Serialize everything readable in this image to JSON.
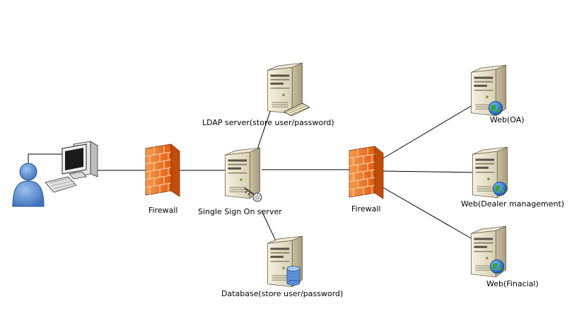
{
  "diagram": {
    "nodes": {
      "ldap": {
        "label": "LDAP server(store user/password)",
        "icon": "server-icon"
      },
      "sso": {
        "label": "Single Sign On server",
        "icon": "server-icon"
      },
      "database": {
        "label": "Database(store user/password)",
        "icon": "server-icon"
      },
      "firewall_left": {
        "label": "Firewall",
        "icon": "firewall-icon"
      },
      "firewall_right": {
        "label": "Firewall",
        "icon": "firewall-icon"
      },
      "web_oa": {
        "label": "Web(OA)",
        "icon": "server-icon"
      },
      "web_dealer": {
        "label": "Web(Dealer management)",
        "icon": "server-icon"
      },
      "web_finacial": {
        "label": "Web(Finacial)",
        "icon": "server-icon"
      },
      "user": {
        "icon": "user-icon"
      },
      "workstation": {
        "icon": "computer-icon"
      }
    },
    "colors": {
      "firewall": "#f07a2a",
      "server": "#e9e2cc",
      "user": "#5b8fd6",
      "globe": "#2f7fd8",
      "line": "#000000"
    }
  }
}
